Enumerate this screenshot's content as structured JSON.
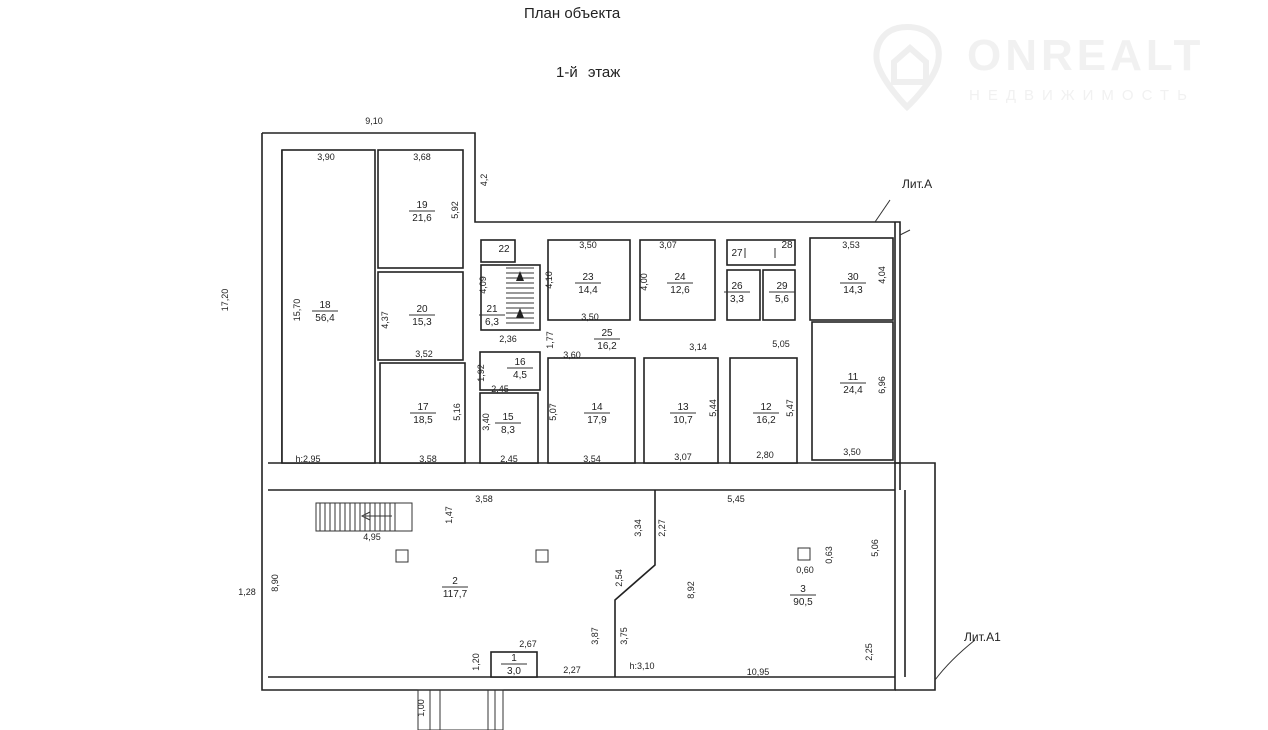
{
  "header": {
    "title": "План объекта",
    "floor": "1-й этаж"
  },
  "annotations": {
    "lit_a": "Лит.А",
    "lit_a1": "Лит.А1"
  },
  "watermark": {
    "brand": "ONREALT",
    "tagline": "НЕДВИЖИМОСТЬ"
  },
  "rooms": [
    {
      "number": "1",
      "area": "3,0"
    },
    {
      "number": "2",
      "area": "117,7"
    },
    {
      "number": "3",
      "area": "90,5"
    },
    {
      "number": "11",
      "area": "24,4"
    },
    {
      "number": "12",
      "area": "16,2"
    },
    {
      "number": "13",
      "area": "10,7"
    },
    {
      "number": "14",
      "area": "17,9"
    },
    {
      "number": "15",
      "area": "8,3"
    },
    {
      "number": "16",
      "area": "4,5"
    },
    {
      "number": "17",
      "area": "18,5"
    },
    {
      "number": "18",
      "area": "56,4"
    },
    {
      "number": "19",
      "area": "21,6"
    },
    {
      "number": "20",
      "area": "15,3"
    },
    {
      "number": "21",
      "area": "6,3"
    },
    {
      "number": "22",
      "area": ""
    },
    {
      "number": "23",
      "area": "14,4"
    },
    {
      "number": "24",
      "area": "12,6"
    },
    {
      "number": "25",
      "area": "16,2"
    },
    {
      "number": "26",
      "area": "3,3"
    },
    {
      "number": "27",
      "area": ""
    },
    {
      "number": "28",
      "area": ""
    },
    {
      "number": "29",
      "area": "5,6"
    },
    {
      "number": "30",
      "area": "14,3"
    }
  ],
  "dimensions": [
    "9,10",
    "3,90",
    "3,68",
    "4,2",
    "5,92",
    "15,70",
    "17,20",
    "4,37",
    "3,52",
    "5,16",
    "3,58",
    "h:2,95",
    "4,09",
    "2,36",
    "1,77",
    "1,92",
    "2,45",
    "3,40",
    "2,45",
    "3,50",
    "4,10",
    "3,50",
    "3,60",
    "5,07",
    "3,54",
    "3,07",
    "4,00",
    "3,14",
    "5,44",
    "3,07",
    "5,05",
    "5,47",
    "2,80",
    "3,53",
    "4,04",
    "6,96",
    "3,50",
    "3,58",
    "1,47",
    "4,95",
    "3,34",
    "2,27",
    "2,54",
    "8,90",
    "1,28",
    "3,87",
    "3,75",
    "2,67",
    "1,20",
    "2,27",
    "h:3,10",
    "10,95",
    "5,45",
    "8,92",
    "0,60",
    "0,63",
    "5,06",
    "2,25",
    "1,00"
  ]
}
